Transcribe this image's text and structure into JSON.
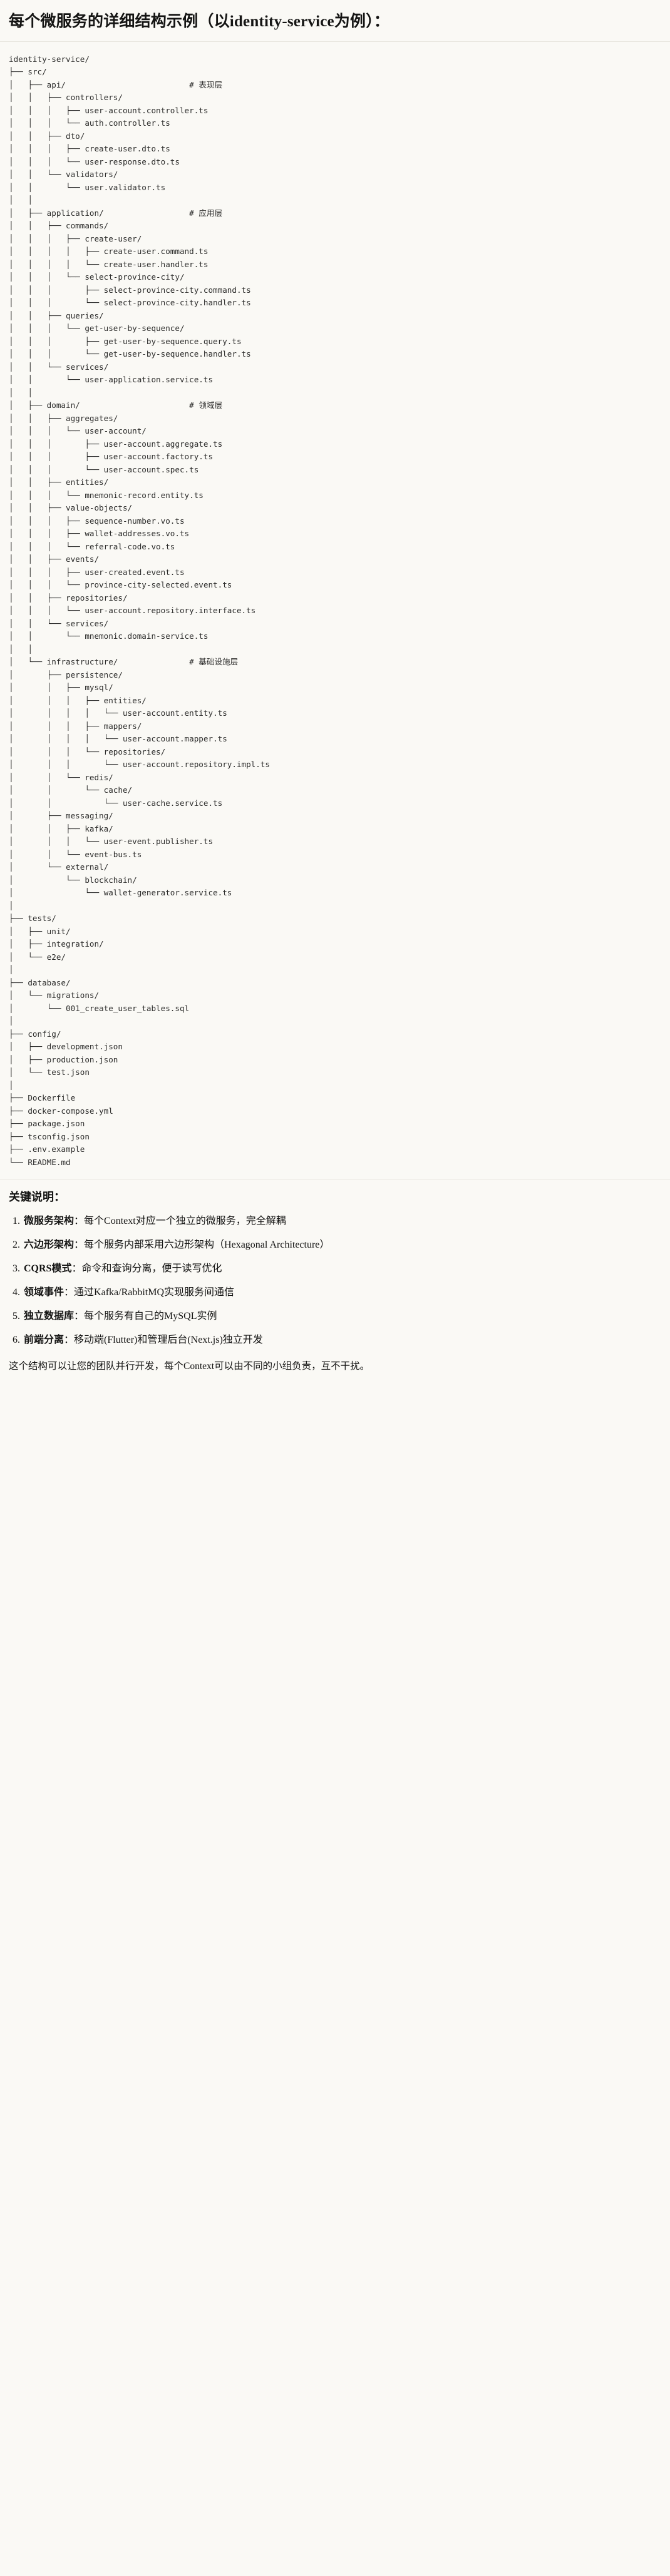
{
  "header": {
    "title": "每个微服务的详细结构示例（以identity-service为例）："
  },
  "tree": {
    "text": "identity-service/\n├── src/\n│   ├── api/                          # 表现层\n│   │   ├── controllers/\n│   │   │   ├── user-account.controller.ts\n│   │   │   └── auth.controller.ts\n│   │   ├── dto/\n│   │   │   ├── create-user.dto.ts\n│   │   │   └── user-response.dto.ts\n│   │   └── validators/\n│   │       └── user.validator.ts\n│   │\n│   ├── application/                  # 应用层\n│   │   ├── commands/\n│   │   │   ├── create-user/\n│   │   │   │   ├── create-user.command.ts\n│   │   │   │   └── create-user.handler.ts\n│   │   │   └── select-province-city/\n│   │   │       ├── select-province-city.command.ts\n│   │   │       └── select-province-city.handler.ts\n│   │   ├── queries/\n│   │   │   └── get-user-by-sequence/\n│   │   │       ├── get-user-by-sequence.query.ts\n│   │   │       └── get-user-by-sequence.handler.ts\n│   │   └── services/\n│   │       └── user-application.service.ts\n│   │\n│   ├── domain/                       # 领域层\n│   │   ├── aggregates/\n│   │   │   └── user-account/\n│   │   │       ├── user-account.aggregate.ts\n│   │   │       ├── user-account.factory.ts\n│   │   │       └── user-account.spec.ts\n│   │   ├── entities/\n│   │   │   └── mnemonic-record.entity.ts\n│   │   ├── value-objects/\n│   │   │   ├── sequence-number.vo.ts\n│   │   │   ├── wallet-addresses.vo.ts\n│   │   │   └── referral-code.vo.ts\n│   │   ├── events/\n│   │   │   ├── user-created.event.ts\n│   │   │   └── province-city-selected.event.ts\n│   │   ├── repositories/\n│   │   │   └── user-account.repository.interface.ts\n│   │   └── services/\n│   │       └── mnemonic.domain-service.ts\n│   │\n│   └── infrastructure/               # 基础设施层\n│       ├── persistence/\n│       │   ├── mysql/\n│       │   │   ├── entities/\n│       │   │   │   └── user-account.entity.ts\n│       │   │   ├── mappers/\n│       │   │   │   └── user-account.mapper.ts\n│       │   │   └── repositories/\n│       │   │       └── user-account.repository.impl.ts\n│       │   └── redis/\n│       │       └── cache/\n│       │           └── user-cache.service.ts\n│       ├── messaging/\n│       │   ├── kafka/\n│       │   │   └── user-event.publisher.ts\n│       │   └── event-bus.ts\n│       └── external/\n│           └── blockchain/\n│               └── wallet-generator.service.ts\n│\n├── tests/\n│   ├── unit/\n│   ├── integration/\n│   └── e2e/\n│\n├── database/\n│   └── migrations/\n│       └── 001_create_user_tables.sql\n│\n├── config/\n│   ├── development.json\n│   ├── production.json\n│   └── test.json\n│\n├── Dockerfile\n├── docker-compose.yml\n├── package.json\n├── tsconfig.json\n├── .env.example\n└── README.md"
  },
  "keypoints": {
    "title": "关键说明：",
    "separator": "：",
    "items": [
      {
        "term": "微服务架构",
        "desc": "每个Context对应一个独立的微服务，完全解耦"
      },
      {
        "term": "六边形架构",
        "desc": "每个服务内部采用六边形架构（Hexagonal Architecture）"
      },
      {
        "term": "CQRS模式",
        "desc": "命令和查询分离，便于读写优化"
      },
      {
        "term": "领域事件",
        "desc": "通过Kafka/RabbitMQ实现服务间通信"
      },
      {
        "term": "独立数据库",
        "desc": "每个服务有自己的MySQL实例"
      },
      {
        "term": "前端分离",
        "desc": "移动端(Flutter)和管理后台(Next.js)独立开发"
      }
    ],
    "closing": "这个结构可以让您的团队并行开发，每个Context可以由不同的小组负责，互不干扰。"
  },
  "colors": {
    "page_background": "#faf9f5",
    "text": "#141413",
    "code_text": "#2c2c2b",
    "divider": "#e7e4dd"
  }
}
